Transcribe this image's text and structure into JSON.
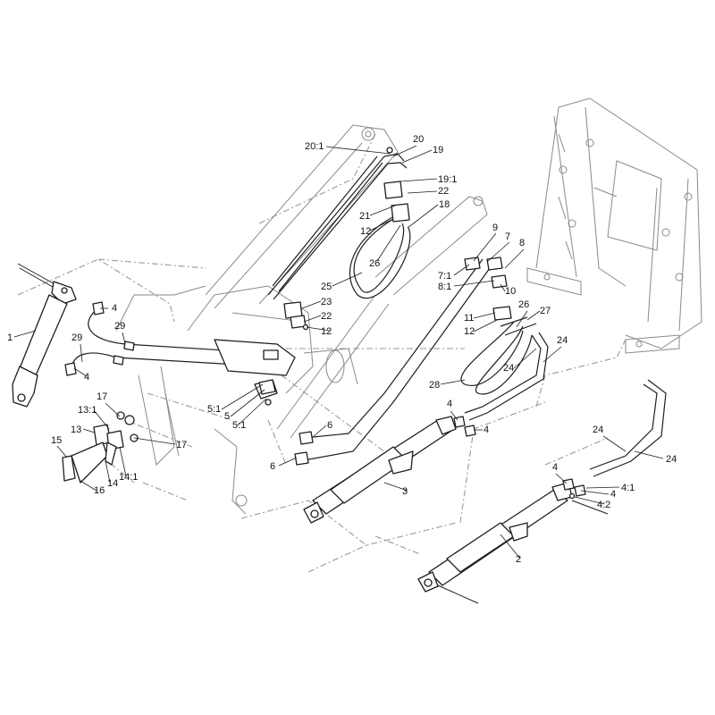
{
  "diagram": {
    "callouts": [
      {
        "id": "c1",
        "text": "1"
      },
      {
        "id": "c2",
        "text": "2"
      },
      {
        "id": "c3",
        "text": "3"
      },
      {
        "id": "c4a",
        "text": "4"
      },
      {
        "id": "c4b",
        "text": "4"
      },
      {
        "id": "c4c",
        "text": "4"
      },
      {
        "id": "c4d",
        "text": "4"
      },
      {
        "id": "c4e",
        "text": "4"
      },
      {
        "id": "c4f",
        "text": "4"
      },
      {
        "id": "c41",
        "text": "4:1"
      },
      {
        "id": "c42",
        "text": "4:2"
      },
      {
        "id": "c5",
        "text": "5"
      },
      {
        "id": "c51a",
        "text": "5:1"
      },
      {
        "id": "c51b",
        "text": "5:1"
      },
      {
        "id": "c6a",
        "text": "6"
      },
      {
        "id": "c6b",
        "text": "6"
      },
      {
        "id": "c7",
        "text": "7"
      },
      {
        "id": "c71",
        "text": "7:1"
      },
      {
        "id": "c8",
        "text": "8"
      },
      {
        "id": "c81",
        "text": "8:1"
      },
      {
        "id": "c9",
        "text": "9"
      },
      {
        "id": "c10",
        "text": "10"
      },
      {
        "id": "c11",
        "text": "11"
      },
      {
        "id": "c12a",
        "text": "12"
      },
      {
        "id": "c12b",
        "text": "12"
      },
      {
        "id": "c12c",
        "text": "12"
      },
      {
        "id": "c13",
        "text": "13"
      },
      {
        "id": "c131",
        "text": "13:1"
      },
      {
        "id": "c14",
        "text": "14"
      },
      {
        "id": "c141",
        "text": "14:1"
      },
      {
        "id": "c15",
        "text": "15"
      },
      {
        "id": "c16",
        "text": "16"
      },
      {
        "id": "c17a",
        "text": "17"
      },
      {
        "id": "c17b",
        "text": "17"
      },
      {
        "id": "c18",
        "text": "18"
      },
      {
        "id": "c19",
        "text": "19"
      },
      {
        "id": "c191",
        "text": "19:1"
      },
      {
        "id": "c20",
        "text": "20"
      },
      {
        "id": "c201",
        "text": "20:1"
      },
      {
        "id": "c21",
        "text": "21"
      },
      {
        "id": "c22a",
        "text": "22"
      },
      {
        "id": "c22b",
        "text": "22"
      },
      {
        "id": "c23",
        "text": "23"
      },
      {
        "id": "c24a",
        "text": "24"
      },
      {
        "id": "c24b",
        "text": "24"
      },
      {
        "id": "c24c",
        "text": "24"
      },
      {
        "id": "c24d",
        "text": "24"
      },
      {
        "id": "c25",
        "text": "25"
      },
      {
        "id": "c26a",
        "text": "26"
      },
      {
        "id": "c26b",
        "text": "26"
      },
      {
        "id": "c27",
        "text": "27"
      },
      {
        "id": "c28",
        "text": "28"
      },
      {
        "id": "c29a",
        "text": "29"
      },
      {
        "id": "c29b",
        "text": "29"
      }
    ]
  }
}
